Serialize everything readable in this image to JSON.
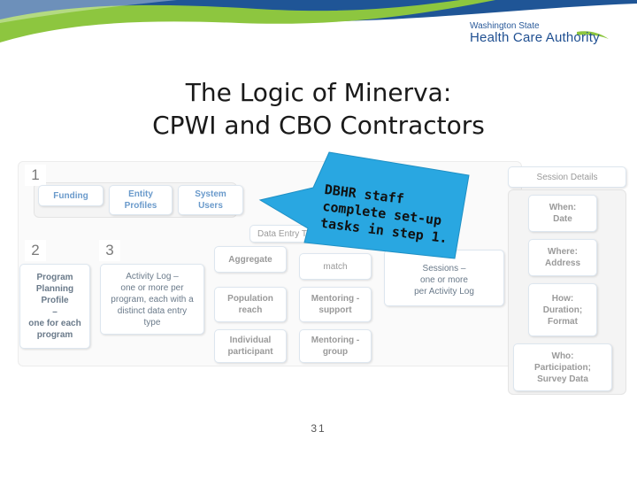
{
  "header": {
    "logo_line1": "Washington State",
    "logo_line2": "Health Care Authority"
  },
  "title": {
    "line1": "The Logic of Minerva:",
    "line2": "CPWI and CBO Contractors"
  },
  "callout": {
    "text": "DBHR staff\ncomplete set-up\ntasks in step 1.",
    "color": "#29a7e1"
  },
  "diagram": {
    "step_numbers": [
      "1",
      "2",
      "3"
    ],
    "step1": {
      "funding": "Funding",
      "entity_profiles": "Entity\nProfiles",
      "system_users": "System\nUsers"
    },
    "step2": {
      "program_planning": "Program\nPlanning\nProfile\n–\none for each\nprogram"
    },
    "step3": {
      "activity_log": "Activity Log –\none or more per\nprogram, each with a\ndistinct data entry\ntype",
      "data_entry_type": "Data Entry Ty",
      "aggregate": "Aggregate",
      "population_reach": "Population\nreach",
      "individual_participant": "Individual\nparticipant",
      "match": "match",
      "mentoring_support": "Mentoring -\nsupport",
      "mentoring_group": "Mentoring -\ngroup",
      "sessions": "Sessions –\none or more\nper Activity Log"
    },
    "session_details": {
      "header": "Session Details",
      "when": "When:\nDate",
      "where": "Where:\nAddress",
      "how": "How:\nDuration;\nFormat",
      "who": "Who:\nParticipation;\nSurvey Data"
    }
  },
  "page_number": "31"
}
